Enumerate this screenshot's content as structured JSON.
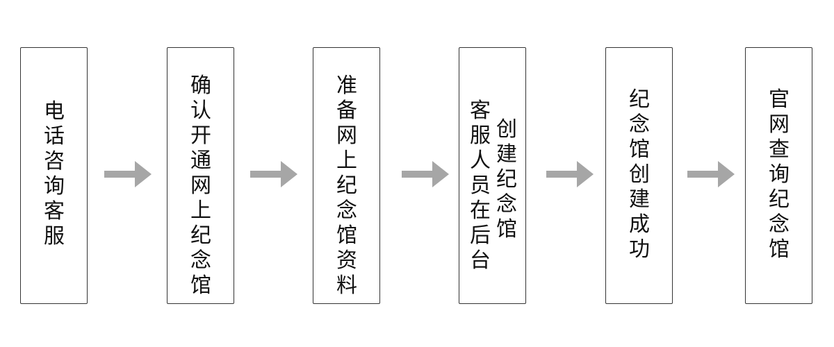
{
  "steps": [
    {
      "lines": [
        "电话咨询客服"
      ]
    },
    {
      "lines": [
        "确认开通网上纪念馆"
      ]
    },
    {
      "lines": [
        "准备网上纪念馆资料"
      ]
    },
    {
      "lines": [
        "客服人员在后台",
        "创建纪念馆"
      ]
    },
    {
      "lines": [
        "纪念馆创建成功"
      ]
    },
    {
      "lines": [
        "官网查询纪念馆"
      ]
    }
  ],
  "colors": {
    "arrow": "#a6a6a6",
    "box_border": "#333333",
    "text": "#111111"
  }
}
